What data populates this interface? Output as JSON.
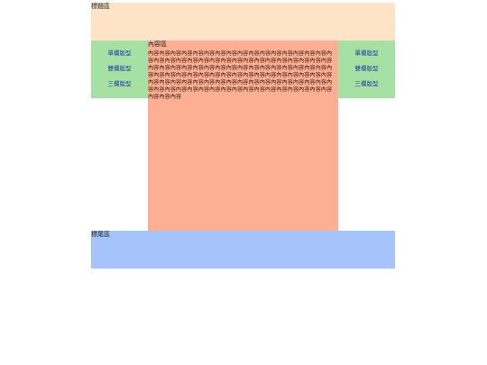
{
  "header": {
    "title": "標題區"
  },
  "sidebar_left": {
    "items": [
      {
        "label": "單欄版型"
      },
      {
        "label": "雙欄版型"
      },
      {
        "label": "三欄版型"
      }
    ]
  },
  "sidebar_right": {
    "items": [
      {
        "label": "單欄版型"
      },
      {
        "label": "雙欄版型"
      },
      {
        "label": "三欄版型"
      }
    ]
  },
  "content": {
    "title": "內容區",
    "body": "內容內容內容內容內容內容內容內容內容內容內容內容內容內容內容內容內容內容內容內容內容內容內容內容內容內容內容內容內容內容內容內容內容內容內容內容內容內容內容內容內容內容內容內容內容內容內容內容內容內容內容內容內容內容內容內容內容內容內容內容內容內容內容內容內容內容內容內容內容內容內容內容內容內容內容內容內容內容內容內容內容內容內容內容內容內容內容內容內容內容內容內容內容內容內容內容內容內容內容內容內容內容"
  },
  "footer": {
    "title": "標尾區"
  },
  "colors": {
    "header_bg": "#fde4c6",
    "sidebar_bg": "#a6e1a4",
    "content_bg": "#fdaf93",
    "footer_bg": "#a5c4fc",
    "link_color": "#1f3ca6"
  }
}
